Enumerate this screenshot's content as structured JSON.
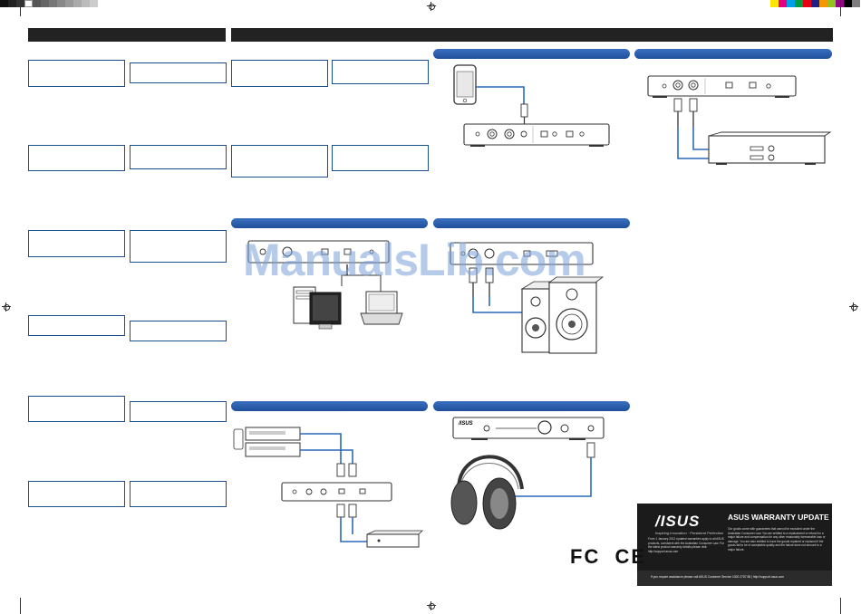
{
  "watermark": "ManualsLib.com",
  "warranty": {
    "logo": "/ISUS",
    "tagline": "Inspiring Innovation · Persistent Perfection",
    "title": "ASUS WARRANTY UPDATE",
    "body_left": "From 1 January 2012 updated warranties apply to all ASUS products, consistent with the Australian Consumer Law. For the latest product warranty details please visit: http://support.asus.com",
    "body_right": "Our goods come with guarantees that cannot be excluded under the Australian Consumer Law. You are entitled to a replacement or refund for a major failure and compensation for any other reasonably foreseeable loss or damage. You are also entitled to have the goods repaired or replaced if the goods fail to be of acceptable quality and the failure does not amount to a major failure.",
    "footer": "If you require assistance please call ASUS Customer Service 1300 2787 88  |  http://support.asus.com"
  },
  "marks": {
    "fcc": "FC",
    "ce": "CE"
  },
  "device_logo": "/ISUS",
  "colors": {
    "panel_blue": "#2458a8",
    "cable_blue": "#2a6ab8",
    "top_bar": "#222222",
    "warranty_bg": "#1b1b1b"
  },
  "icons": [
    "registration-mark-icon",
    "crop-mark-icon",
    "smartphone-icon",
    "desktop-pc-icon",
    "monitor-icon",
    "laptop-icon",
    "speaker-icon",
    "headphones-icon",
    "amplifier-icon",
    "set-top-box-icon",
    "rca-plug-icon"
  ]
}
